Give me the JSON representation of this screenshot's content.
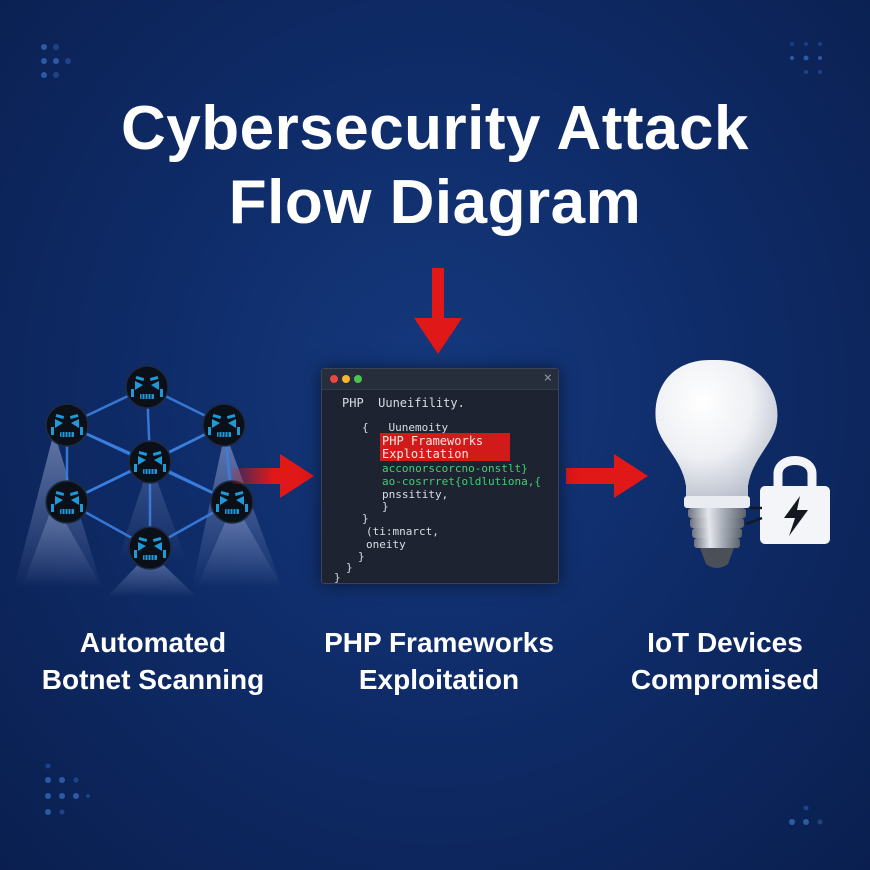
{
  "title": {
    "line1": "Cybersecurity Attack",
    "line2": "Flow Diagram"
  },
  "steps": [
    {
      "line1": "Automated",
      "line2": "Botnet Scanning",
      "icon": "botnet-network-icon"
    },
    {
      "line1": "PHP Frameworks",
      "line2": "Exploitation",
      "icon": "code-terminal-icon"
    },
    {
      "line1": "IoT Devices",
      "line2": "Compromised",
      "icon": "lightbulb-lock-icon"
    }
  ],
  "terminal": {
    "close": "×",
    "lines": [
      "PHP  Uuneifility.",
      "{   Uunemoity",
      "PHP Frameworks",
      "Exploitation",
      "acconorscorcno-onstlt}",
      "ao-cosrrret{oldlutiona,{",
      "pnssitity,",
      "}",
      "}",
      "(ti:mnarct,",
      "oneity",
      "}",
      "}",
      "}"
    ]
  },
  "colors": {
    "background": "#0f2c69",
    "arrow": "#e01818",
    "node": "#1f9ad8",
    "edge": "#3b7fe0",
    "highlight": "#d11b1b",
    "code_green": "#3fd072"
  }
}
